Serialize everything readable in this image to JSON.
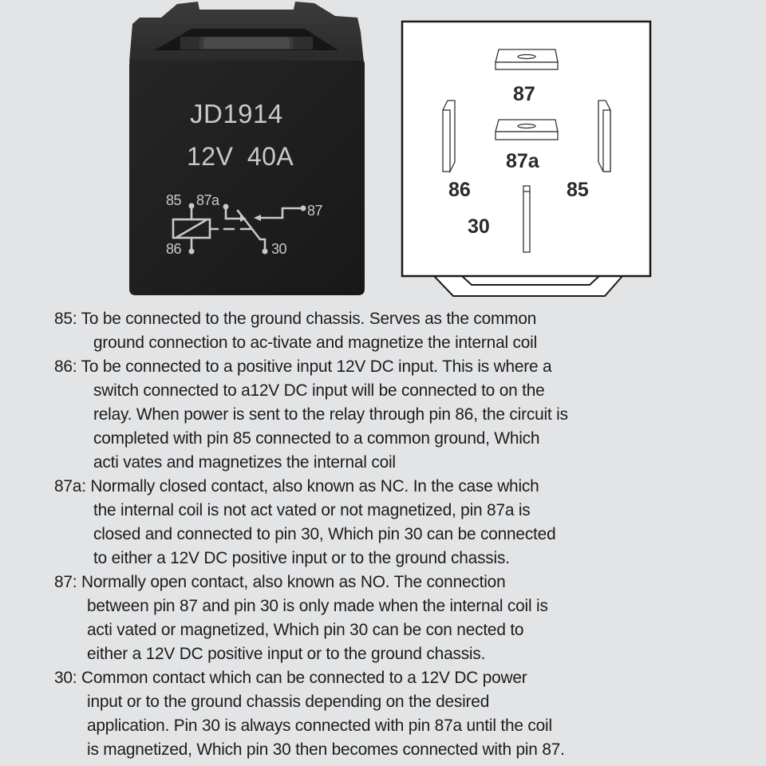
{
  "relay_photo": {
    "model": "JD1914",
    "rating": "12V  40A",
    "schematic_labels": {
      "pin85": "85",
      "pin87a": "87a",
      "pin87": "87",
      "pin86": "86",
      "pin30": "30"
    },
    "body_color": "#1e1e1e",
    "print_color": "#c9c9c9"
  },
  "pinout_diagram": {
    "pins": {
      "p87": "87",
      "p87a": "87a",
      "p86": "86",
      "p85": "85",
      "p30": "30"
    }
  },
  "descriptions": [
    {
      "pin": "85",
      "lines": [
        "85: To be connected to the ground chassis. Serves as the common",
        "ground connection to ac-tivate and magnetize the internal coil"
      ]
    },
    {
      "pin": "86",
      "lines": [
        "86: To be connected to a positive input 12V DC input. This is where a",
        "switch connected to a12V DC input will be connected to on the",
        "relay. When power is sent to the relay through pin 86, the circuit is",
        "completed with pin 85 connected to a common ground, Which",
        "acti vates and magnetizes the internal coil"
      ]
    },
    {
      "pin": "87a",
      "lines": [
        "87a: Normally closed contact, also known as NC. In the case which",
        "the internal coil is not act vated or not magnetized, pin 87a is",
        "closed and connected to pin 30, Which pin 30 can be connected",
        "to either a 12V DC positive input or to the ground chassis."
      ]
    },
    {
      "pin": "87",
      "lines": [
        "87: Normally open contact, also known as NO. The connection",
        "between pin 87 and pin 30 is only made when the internal coil is",
        "acti vated or magnetized, Which pin 30 can be con nected to",
        "either a 12V DC positive input or to the ground chassis."
      ]
    },
    {
      "pin": "30",
      "lines": [
        "30: Common contact which can be connected to a 12V DC power",
        "input or to the ground chassis depending on the desired",
        "application. Pin 30 is always connected with pin 87a until the coil",
        "is magnetized, Which pin 30 then becomes connected with pin 87."
      ]
    }
  ]
}
